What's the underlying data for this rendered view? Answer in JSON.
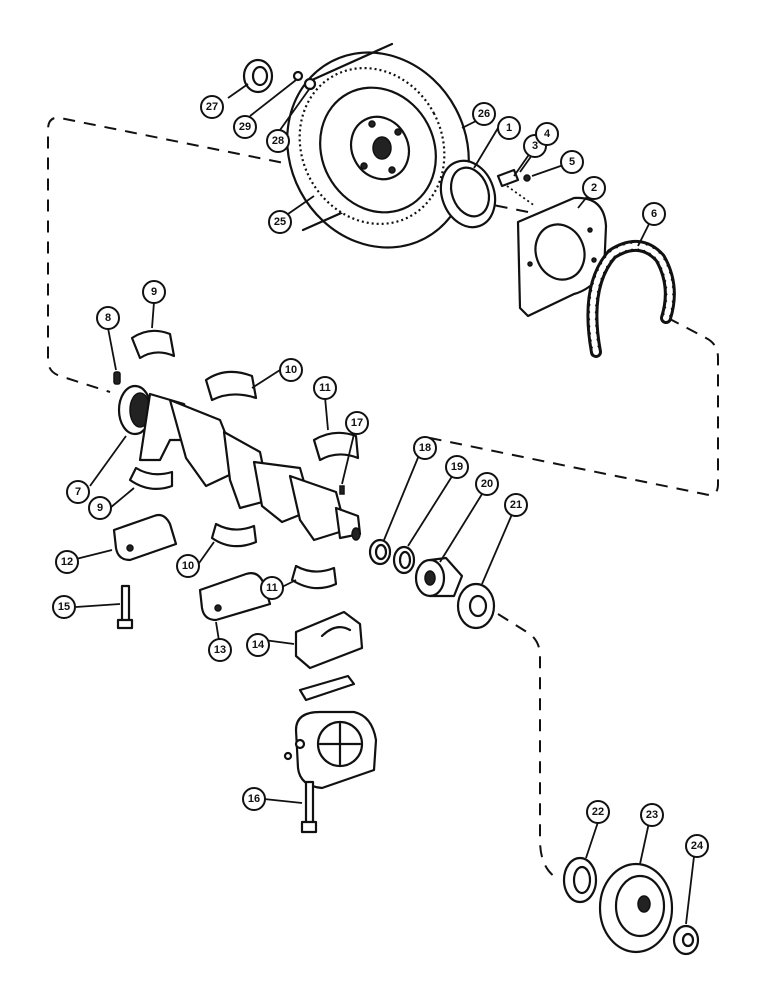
{
  "callouts": {
    "n1": "1",
    "n2": "2",
    "n3": "3",
    "n4": "4",
    "n5": "5",
    "n6": "6",
    "n7": "7",
    "n8": "8",
    "n9a": "9",
    "n9b": "9",
    "n10a": "10",
    "n10b": "10",
    "n11a": "11",
    "n11b": "11",
    "n12": "12",
    "n13": "13",
    "n14": "14",
    "n15": "15",
    "n16": "16",
    "n17": "17",
    "n18": "18",
    "n19": "19",
    "n20": "20",
    "n21": "21",
    "n22": "22",
    "n23": "23",
    "n24": "24",
    "n25": "25",
    "n26": "26",
    "n27": "27",
    "n28": "28",
    "n29": "29"
  }
}
